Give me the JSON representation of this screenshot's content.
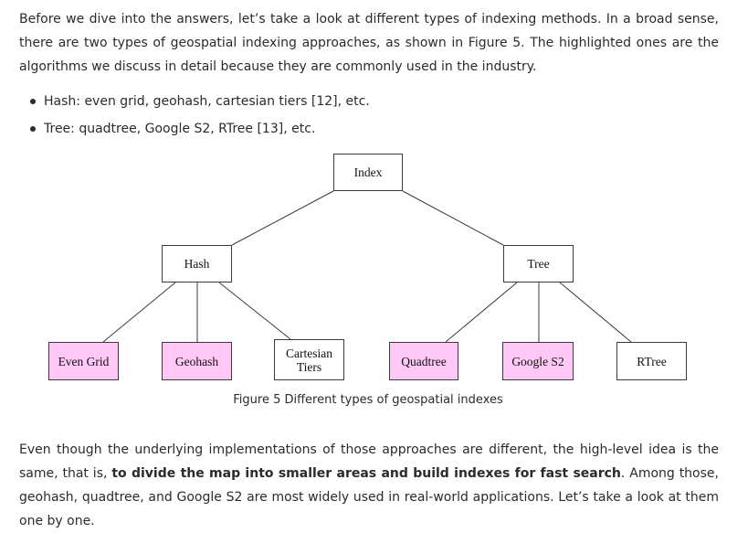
{
  "intro": {
    "p1": "Before we dive into the answers, let’s take a look at different types of indexing methods. In a broad sense, there are two types of geospatial indexing approaches, as shown in Figure 5. The highlighted ones are the algorithms we discuss in detail because they are commonly used in the industry.",
    "bullets": [
      "Hash: even grid, geohash, cartesian tiers [12], etc.",
      "Tree: quadtree, Google S2, RTree [13], etc."
    ]
  },
  "figure": {
    "nodes": {
      "index": "Index",
      "hash": "Hash",
      "tree": "Tree",
      "even_grid": "Even Grid",
      "geohash": "Geohash",
      "cartesian_line1": "Cartesian",
      "cartesian_line2": "Tiers",
      "quadtree": "Quadtree",
      "google_s2": "Google S2",
      "rtree": "RTree"
    },
    "highlight_color": "#ffc8f6",
    "caption": "Figure 5 Different types of geospatial indexes"
  },
  "outro": {
    "before": "Even though the underlying implementations of those approaches are different, the high-level idea is the same, that is, ",
    "bold": "to divide the map into smaller areas and build indexes for fast search",
    "after": ". Among those, geohash, quadtree, and Google S2 are most widely used in real-world applications. Let’s take a look at them one by one."
  }
}
